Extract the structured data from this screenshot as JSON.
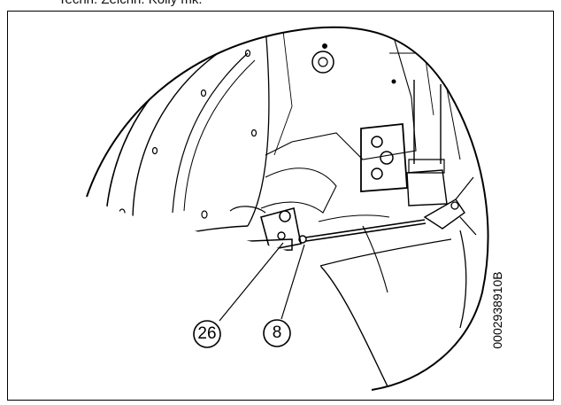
{
  "header": {
    "text": "Techn. Zeichn. Kolly mk."
  },
  "callouts": [
    {
      "label": "26"
    },
    {
      "label": "8"
    }
  ],
  "drawing_code": "0002938910B"
}
